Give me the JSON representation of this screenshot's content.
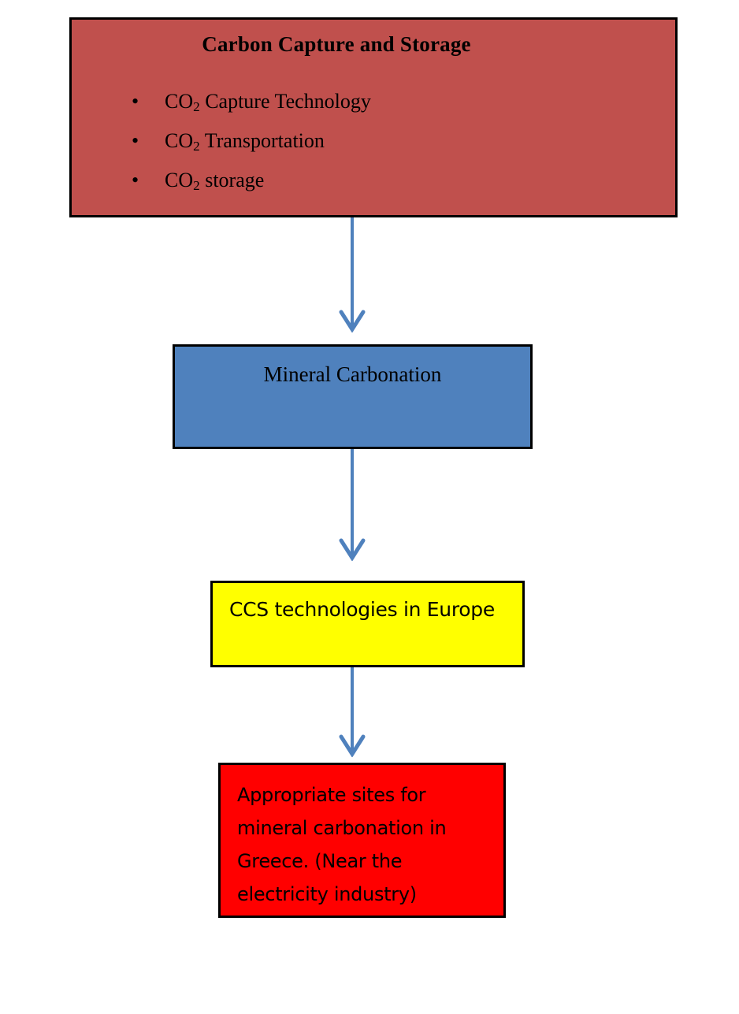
{
  "diagram": {
    "title": "Carbon Capture and Storage flowchart",
    "background_color": "#FFFFFF",
    "arrow_color": "#4F81BD",
    "border_color": "#000000"
  },
  "nodes": {
    "ccs": {
      "heading": "Carbon Capture and Storage",
      "fill_color": "#C0504D",
      "bullets": [
        {
          "marker": "•",
          "pre": "CO",
          "sub": "2",
          "post": " Capture Technology"
        },
        {
          "marker": "•",
          "pre": "CO",
          "sub": "2",
          "post": " Transportation"
        },
        {
          "marker": "•",
          "pre": "CO",
          "sub": "2",
          "post": " storage"
        }
      ]
    },
    "mineral": {
      "label": "Mineral Carbonation",
      "fill_color": "#4F81BD"
    },
    "europe": {
      "label": "CCS technologies in Europe",
      "fill_color": "#FFFF00"
    },
    "sites": {
      "label": "Appropriate sites for mineral carbonation in Greece. (Near the electricity industry)",
      "fill_color": "#FF0000"
    }
  },
  "connectors": [
    {
      "name": "arrow-ccs-to-mineral",
      "from": "ccs",
      "to": "mineral"
    },
    {
      "name": "arrow-mineral-to-europe",
      "from": "mineral",
      "to": "europe"
    },
    {
      "name": "arrow-europe-to-sites",
      "from": "europe",
      "to": "sites"
    }
  ]
}
